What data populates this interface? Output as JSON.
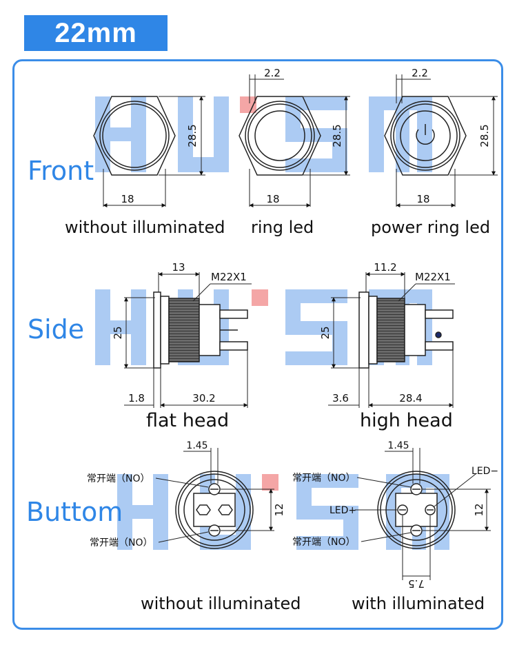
{
  "size_label": "22mm",
  "watermark": "HUSM",
  "rows": {
    "front": "Front",
    "side": "Side",
    "bottom": "Buttom"
  },
  "front": {
    "dim_width": "18",
    "dim_height": "28.5",
    "dim_offset": "2.2",
    "captions": [
      "without illuminated",
      "ring led",
      "power ring led"
    ]
  },
  "side": {
    "flat": {
      "head_len": "13",
      "thread": "M22X1",
      "height": "25",
      "head_thk": "1.8",
      "body_len": "30.2",
      "caption": "flat head"
    },
    "high": {
      "head_len": "11.2",
      "thread": "M22X1",
      "height": "25",
      "head_thk": "3.6",
      "body_len": "28.4",
      "caption": "high head"
    }
  },
  "bottom": {
    "left": {
      "pin_gap": "1.45",
      "terminal_top": "常开端（NO）",
      "terminal_bottom": "常开端（NO）",
      "span": "12",
      "caption": "without illuminated"
    },
    "right": {
      "pin_gap": "1.45",
      "terminal_top": "常开端（NO）",
      "terminal_bottom": "常开端（NO）",
      "led_plus": "LED+",
      "led_minus": "LED−",
      "span": "12",
      "pitch": "7.5",
      "caption": "with illuminated"
    }
  },
  "colors": {
    "accent": "#2f86e6",
    "watermark_blue": "#9ec3f2",
    "watermark_red": "#f4a6a6"
  }
}
